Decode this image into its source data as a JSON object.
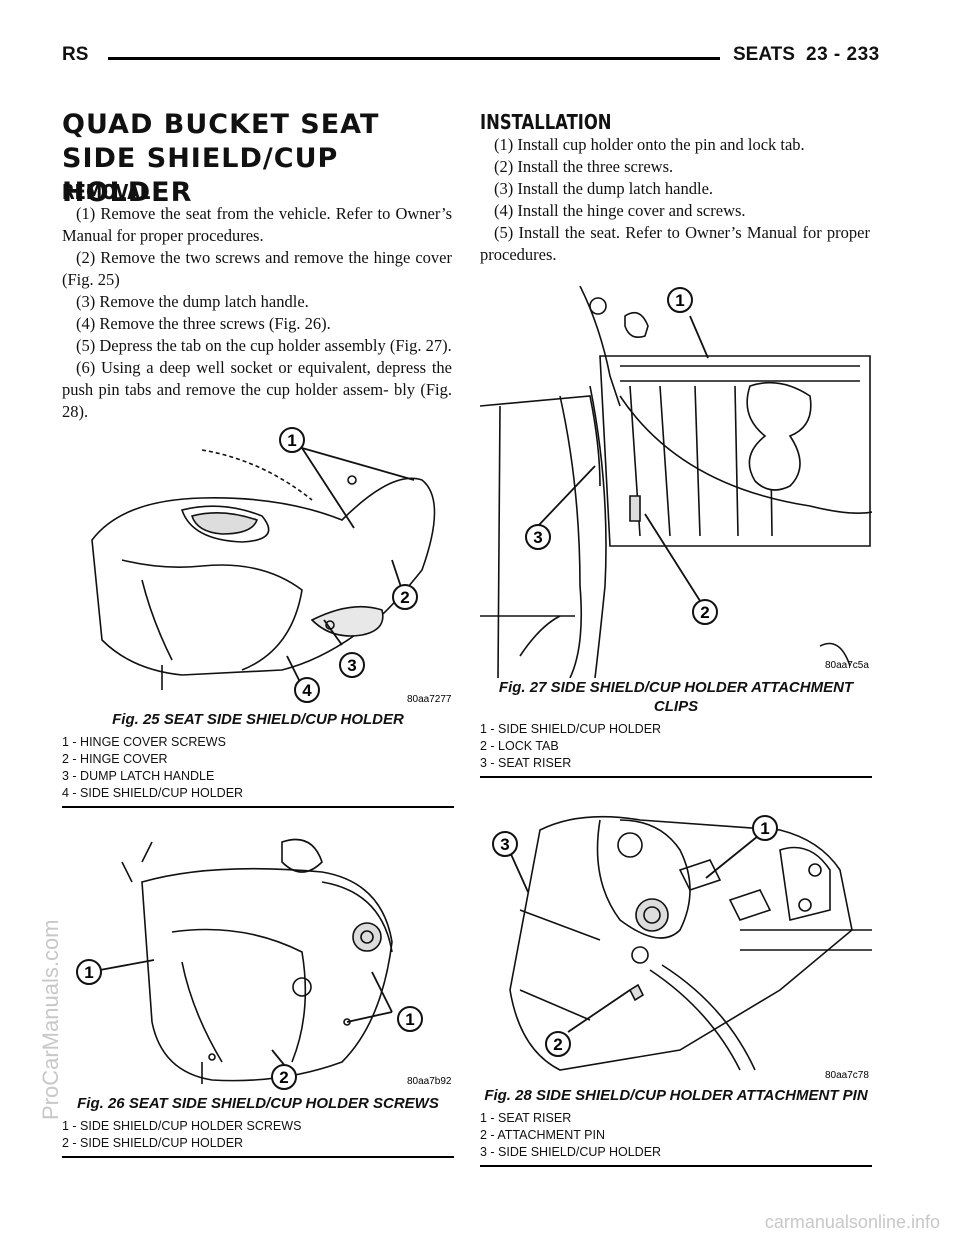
{
  "header": {
    "left": "RS",
    "section": "SEATS",
    "page": "23 - 233"
  },
  "title": "QUAD BUCKET SEAT SIDE SHIELD/CUP HOLDER",
  "removal": {
    "heading": "REMOVAL",
    "steps": [
      "(1) Remove the seat from the vehicle. Refer to Owner’s Manual for proper procedures.",
      "(2) Remove the two screws and remove the hinge cover (Fig. 25)",
      "(3) Remove the dump latch handle.",
      "(4) Remove the three screws (Fig. 26).",
      "(5) Depress the tab on the cup holder assembly (Fig. 27).",
      "(6) Using a deep well socket or equivalent, depress the push pin tabs and remove the cup holder assem- bly (Fig. 28)."
    ]
  },
  "installation": {
    "heading": "INSTALLATION",
    "steps": [
      "(1) Install cup holder onto the pin and lock tab.",
      "(2) Install the three screws.",
      "(3) Install the dump latch handle.",
      "(4) Install the hinge cover and screws.",
      "(5) Install the seat. Refer to Owner’s Manual for proper procedures."
    ]
  },
  "figures": {
    "fig25": {
      "code": "80aa7277",
      "caption": "Fig. 25 SEAT SIDE SHIELD/CUP HOLDER",
      "callouts": [
        "1",
        "2",
        "3",
        "4"
      ],
      "legend": [
        "1 - HINGE COVER SCREWS",
        "2 - HINGE COVER",
        "3 - DUMP LATCH HANDLE",
        "4 - SIDE SHIELD/CUP HOLDER"
      ]
    },
    "fig26": {
      "code": "80aa7b92",
      "caption": "Fig. 26 SEAT SIDE SHIELD/CUP HOLDER SCREWS",
      "callouts": [
        "1",
        "1",
        "2"
      ],
      "legend": [
        "1 - SIDE SHIELD/CUP HOLDER SCREWS",
        "2 - SIDE SHIELD/CUP HOLDER"
      ]
    },
    "fig27": {
      "code": "80aa7c5a",
      "caption_line1": "Fig. 27 SIDE SHIELD/CUP HOLDER ATTACHMENT",
      "caption_line2": "CLIPS",
      "callouts": [
        "1",
        "3",
        "2"
      ],
      "legend": [
        "1 - SIDE SHIELD/CUP HOLDER",
        "2 - LOCK TAB",
        "3 - SEAT RISER"
      ]
    },
    "fig28": {
      "code": "80aa7c78",
      "caption": "Fig. 28 SIDE SHIELD/CUP HOLDER ATTACHMENT PIN",
      "callouts": [
        "3",
        "1",
        "2"
      ],
      "legend": [
        "1 - SEAT RISER",
        "2 - ATTACHMENT PIN",
        "3 - SIDE SHIELD/CUP HOLDER"
      ]
    }
  },
  "watermarks": {
    "side": "ProCarManuals.com",
    "footer": "carmanualsonline.info"
  }
}
